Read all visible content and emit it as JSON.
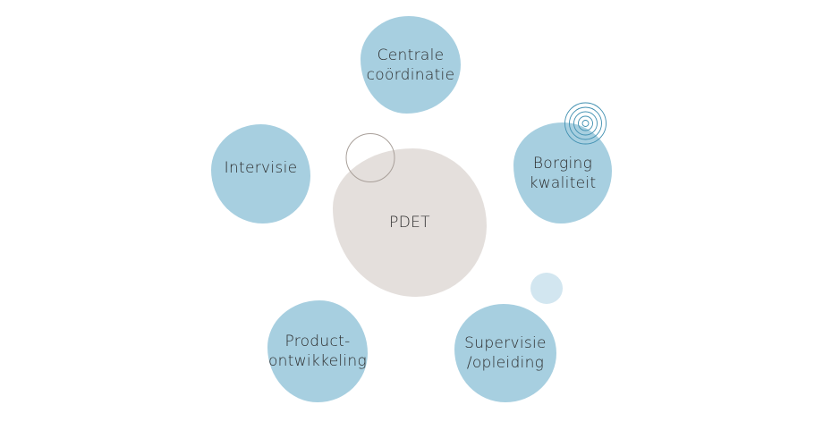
{
  "diagram": {
    "center": {
      "label": "PDET"
    },
    "nodes": [
      {
        "id": "centrale-coordinatie",
        "label": "Centrale\ncoördinatie"
      },
      {
        "id": "borging-kwaliteit",
        "label": "Borging\nkwaliteit"
      },
      {
        "id": "supervisie-opleiding",
        "label": "Supervisie\n/opleiding"
      },
      {
        "id": "productontwikkeling",
        "label": "Product-\nontwikkeling"
      },
      {
        "id": "intervisie",
        "label": "Intervisie"
      }
    ],
    "colors": {
      "node": "#a7cfe0",
      "center": "#e4dfdc",
      "accent_light": "#d2e6f0",
      "ring_stroke": "#3f8fb0",
      "outline_circle": "#a9a09a"
    }
  }
}
